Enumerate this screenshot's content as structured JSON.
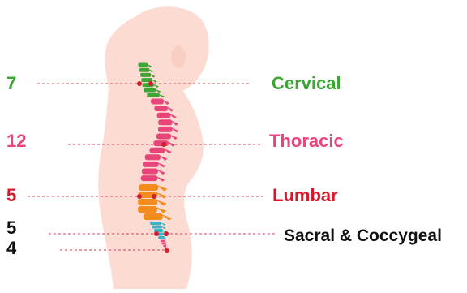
{
  "colors": {
    "body": "#fcdcd2",
    "body_shade": "#f8cfc2",
    "cervical": "#3fa535",
    "thoracic": "#e8457a",
    "lumbar": "#f28c1e",
    "sacral": "#3bb3c3",
    "coccyx": "#e8457a",
    "lumbar_label": "#d7182a",
    "dark": "#111111",
    "marker": "#d0202f",
    "leader": "#c2465a"
  },
  "regions": [
    {
      "key": "cervical",
      "count": "7",
      "label": "Cervical",
      "count_color": "#3fa535",
      "label_color": "#3fa535"
    },
    {
      "key": "thoracic",
      "count": "12",
      "label": "Thoracic",
      "count_color": "#e8457a",
      "label_color": "#e8457a"
    },
    {
      "key": "lumbar",
      "count": "5",
      "label": "Lumbar",
      "count_color": "#d7182a",
      "label_color": "#d7182a"
    },
    {
      "key": "sacral",
      "count": "5",
      "label": "Sacral & Coccygeal",
      "count_color": "#111111",
      "label_color": "#111111"
    },
    {
      "key": "coccyx",
      "count": "4",
      "label": "",
      "count_color": "#111111",
      "label_color": ""
    }
  ],
  "icons": {
    "figure": "human-silhouette-icon",
    "spine": "spine-icon"
  }
}
